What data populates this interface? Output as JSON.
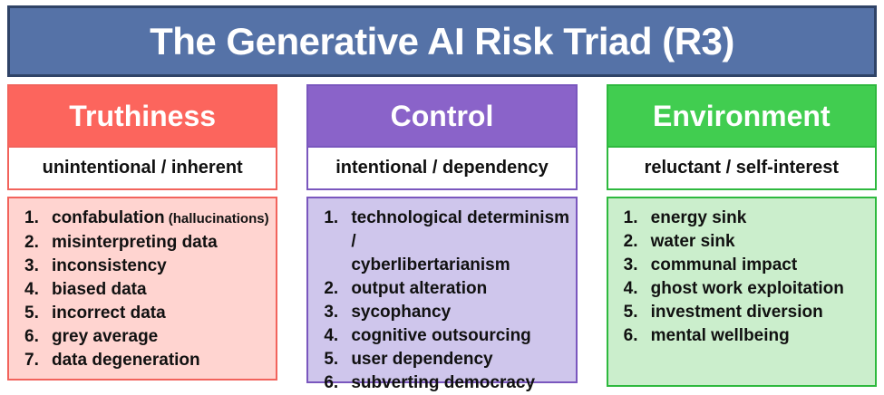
{
  "title": "The Generative AI Risk Triad (R3)",
  "colors": {
    "title_bg": "#5572A7",
    "title_border": "#2F4367",
    "title_text": "#FFFFFF",
    "body_text": "#111111",
    "background": "#FFFFFF"
  },
  "columns": [
    {
      "title": "Truthiness",
      "subtitle": "unintentional / inherent",
      "colors": {
        "header": "#FC655D",
        "border": "#F2635C",
        "tint": "#FFD4D0"
      },
      "items": [
        {
          "num": "1.",
          "text": "confabulation",
          "note": "(hallucinations)"
        },
        {
          "num": "2.",
          "text": "misinterpreting data"
        },
        {
          "num": "3.",
          "text": "inconsistency"
        },
        {
          "num": "4.",
          "text": "biased data"
        },
        {
          "num": "5.",
          "text": "incorrect data"
        },
        {
          "num": "6.",
          "text": "grey average"
        },
        {
          "num": "7.",
          "text": "data degeneration"
        }
      ]
    },
    {
      "title": "Control",
      "subtitle": "intentional / dependency",
      "colors": {
        "header": "#8A63C9",
        "border": "#7A57BE",
        "tint": "#CFC6EC"
      },
      "items": [
        {
          "num": "1.",
          "text": "technological determinism /\ncyberlibertarianism"
        },
        {
          "num": "2.",
          "text": "output alteration"
        },
        {
          "num": "3.",
          "text": "sycophancy"
        },
        {
          "num": "4.",
          "text": "cognitive outsourcing"
        },
        {
          "num": "5.",
          "text": "user dependency"
        },
        {
          "num": "6.",
          "text": "subverting democracy"
        }
      ]
    },
    {
      "title": "Environment",
      "subtitle": "reluctant / self-interest",
      "colors": {
        "header": "#41CD50",
        "border": "#2EB93E",
        "tint": "#CBEECC"
      },
      "items": [
        {
          "num": "1.",
          "text": "energy sink"
        },
        {
          "num": "2.",
          "text": "water sink"
        },
        {
          "num": "3.",
          "text": "communal impact"
        },
        {
          "num": "4.",
          "text": "ghost work exploitation"
        },
        {
          "num": "5.",
          "text": "investment diversion"
        },
        {
          "num": "6.",
          "text": "mental wellbeing"
        }
      ]
    }
  ]
}
